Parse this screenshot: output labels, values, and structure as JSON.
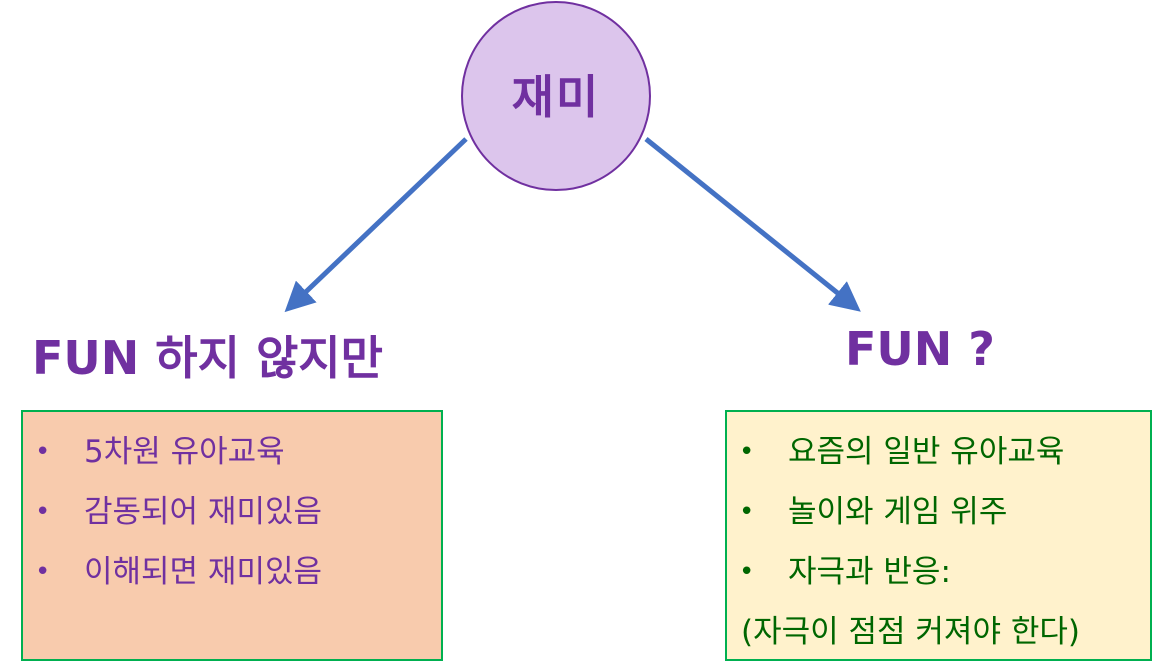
{
  "colors": {
    "accent_purple": "#7030A0",
    "circle_fill": "#DCC5EC",
    "arrow_blue": "#4472C4",
    "box_border": "#00B050",
    "left_box_fill": "#F8CBAD",
    "right_box_fill": "#FFF2CC",
    "right_text": "#006600"
  },
  "center": {
    "label": "재미"
  },
  "left": {
    "heading": "FUN 하지 않지만",
    "items": [
      {
        "bullet": "•",
        "text": "5차원 유아교육"
      },
      {
        "bullet": "•",
        "text": "감동되어 재미있음"
      },
      {
        "bullet": "•",
        "text": "이해되면 재미있음"
      }
    ]
  },
  "right": {
    "heading": "FUN ?",
    "items": [
      {
        "bullet": "•",
        "text": "요즘의 일반 유아교육"
      },
      {
        "bullet": "•",
        "text": "놀이와 게임 위주"
      },
      {
        "bullet": "•",
        "text": "자극과 반응:"
      }
    ],
    "note": "(자극이 점점 커져야 한다)"
  }
}
